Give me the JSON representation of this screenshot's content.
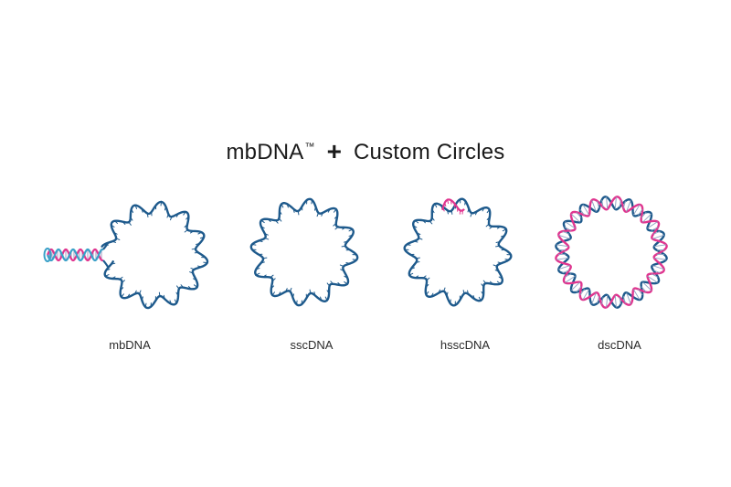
{
  "title": {
    "main": "mbDNA",
    "trademark": "™",
    "plus": "+",
    "rest": "Custom Circles"
  },
  "colors": {
    "blue": "#1e5a8c",
    "magenta": "#e0358f",
    "text": "#1a1a1a"
  },
  "circles": [
    {
      "label": "mbDNA",
      "type": "single-strand-with-hairpin"
    },
    {
      "label": "sscDNA",
      "type": "single-strand"
    },
    {
      "label": "hsscDNA",
      "type": "single-strand-with-hybrid-segment"
    },
    {
      "label": "dscDNA",
      "type": "double-strand"
    }
  ]
}
